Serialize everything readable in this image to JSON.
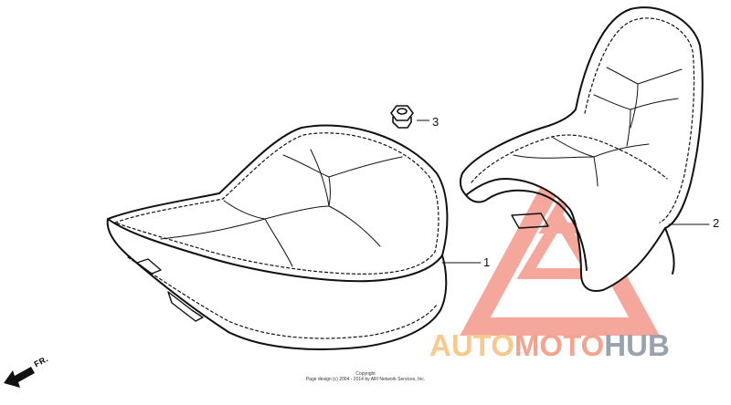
{
  "diagram": {
    "callouts": [
      {
        "id": "1",
        "label": "1"
      },
      {
        "id": "2",
        "label": "2"
      },
      {
        "id": "3",
        "label": "3"
      }
    ],
    "direction_label": "FR.",
    "copyright_lines": [
      "Copyright",
      "Page design (c) 2004 - 2014 by ARI Network Services, Inc."
    ]
  },
  "watermark": {
    "part_a": "AUTO",
    "part_b": "MOTO",
    "part_c": "HUB",
    "colors": {
      "auto": "#f7c98a",
      "moto": "#f4a48e",
      "hub": "#9aa3ad",
      "triangle": "#f28a7a"
    }
  }
}
